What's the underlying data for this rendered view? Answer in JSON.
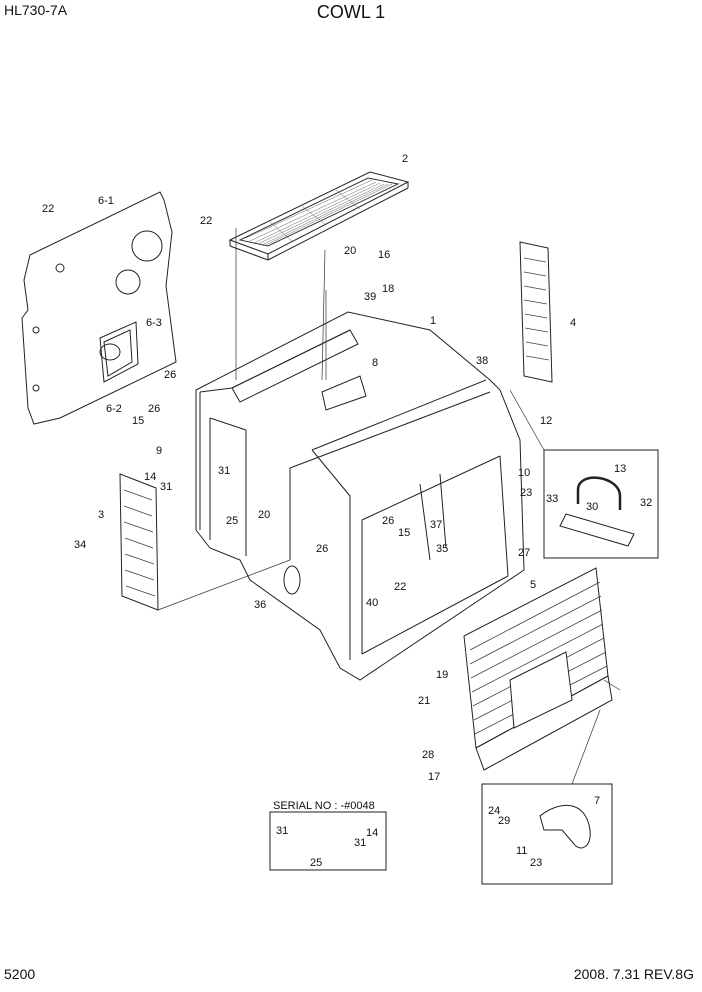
{
  "header": {
    "model": "HL730-7A",
    "title": "COWL 1"
  },
  "footer": {
    "page_number": "5200",
    "revision": "2008. 7.31  REV.8G"
  },
  "detail_note": "SERIAL NO : -#0048",
  "part_callouts": [
    "1",
    "2",
    "3",
    "4",
    "5",
    "6-1",
    "6-2",
    "6-3",
    "7",
    "8",
    "9",
    "10",
    "11",
    "12",
    "13",
    "14",
    "15",
    "16",
    "17",
    "18",
    "19",
    "20",
    "21",
    "22",
    "23",
    "24",
    "25",
    "26",
    "27",
    "28",
    "29",
    "30",
    "31",
    "32",
    "33",
    "34",
    "35",
    "36",
    "37",
    "38",
    "39",
    "40"
  ]
}
